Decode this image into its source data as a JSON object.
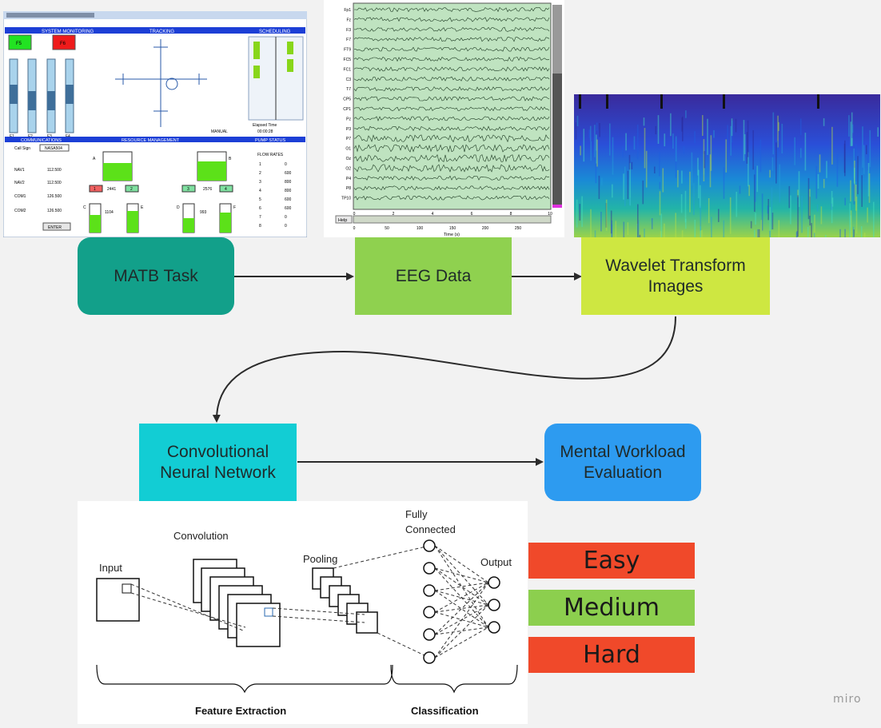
{
  "nodes": {
    "matb": "MATB Task",
    "eeg": "EEG Data",
    "wavelet": "Wavelet Transform Images",
    "cnn": "Convolutional Neural Network",
    "mwe": "Mental Workload Evaluation"
  },
  "matb_panel": {
    "system_monitoring": "SYSTEM MONITORING",
    "tracking": "TRACKING",
    "scheduling": "SCHEDULING",
    "communications": "COMMUNICATIONS",
    "resource_management": "RESOURCE MANAGEMENT",
    "pump_status": "PUMP STATUS",
    "f5": "F5",
    "f6": "F6",
    "call_sign_label": "Call Sign",
    "call_sign": "NASA504",
    "manual": "MANUAL",
    "elapsed_label": "Elapsed Time",
    "elapsed": "00:00:28",
    "flow_rates": "FLOW RATES",
    "enter": "ENTER",
    "radios": [
      {
        "name": "NAV1",
        "freq": "112.500"
      },
      {
        "name": "NAV2",
        "freq": "112.500"
      },
      {
        "name": "COM1",
        "freq": "126.500"
      },
      {
        "name": "COM2",
        "freq": "126.500"
      }
    ],
    "gauges": [
      "F1",
      "F2",
      "F3",
      "F4"
    ],
    "tanks": {
      "a": "A",
      "b": "B",
      "c": "C",
      "d": "D",
      "e": "E",
      "f": "F"
    },
    "tank_values": {
      "a": "2441",
      "b": "2576",
      "c": "1104",
      "d": "993"
    },
    "pumps": [
      "1",
      "2",
      "3",
      "4"
    ],
    "flow_values": [
      "0",
      "600",
      "800",
      "800",
      "600",
      "600",
      "0",
      "0"
    ]
  },
  "eeg_panel": {
    "channels": [
      "Fp1",
      "Fz",
      "F3",
      "F7",
      "FT9",
      "FC5",
      "FC1",
      "C3",
      "T7",
      "CP5",
      "CP1",
      "Pz",
      "P3",
      "P7",
      "O1",
      "Oz",
      "O2",
      "P4",
      "P8",
      "TP10"
    ],
    "top_ticks": [
      "0",
      "2",
      "4",
      "6",
      "8",
      "10"
    ],
    "bottom_ticks": [
      "0",
      "50",
      "100",
      "150",
      "200",
      "250"
    ],
    "xlabel": "Time (s)",
    "help": "Help"
  },
  "cnn_figure": {
    "input": "Input",
    "convolution": "Convolution",
    "pooling": "Pooling",
    "fully_connected_1": "Fully",
    "fully_connected_2": "Connected",
    "output": "Output",
    "feature_extraction": "Feature Extraction",
    "classification": "Classification"
  },
  "classes": [
    {
      "label": "Easy",
      "color": "#f0492a"
    },
    {
      "label": "Medium",
      "color": "#8ccf4e"
    },
    {
      "label": "Hard",
      "color": "#f0492a"
    }
  ],
  "watermark": "miro",
  "colors": {
    "matb": "#12a08a",
    "eeg": "#8fd14f",
    "wavelet": "#cee741",
    "cnn": "#12cdd4",
    "mwe": "#2d9bf0"
  }
}
